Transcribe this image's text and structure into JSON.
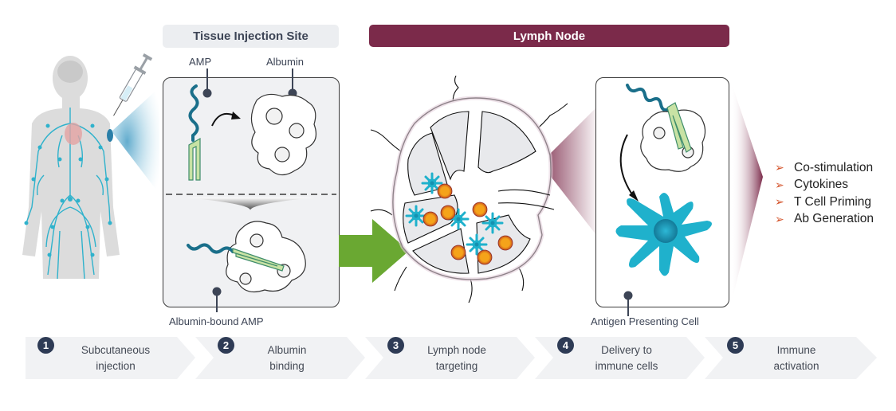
{
  "headers": {
    "tissue_injection_site": "Tissue Injection Site",
    "lymph_node": "Lymph Node"
  },
  "labels": {
    "amp": "AMP",
    "albumin": "Albumin",
    "albumin_bound_amp": "Albumin-bound AMP",
    "antigen_presenting_cell": "Antigen Presenting Cell"
  },
  "outcomes": [
    {
      "label": "Co-stimulation"
    },
    {
      "label": "Cytokines"
    },
    {
      "label": "T Cell Priming"
    },
    {
      "label": "Ab Generation"
    }
  ],
  "steps": [
    {
      "number": "1",
      "line1": "Subcutaneous",
      "line2": "injection"
    },
    {
      "number": "2",
      "line1": "Albumin",
      "line2": "binding"
    },
    {
      "number": "3",
      "line1": "Lymph node",
      "line2": "targeting"
    },
    {
      "number": "4",
      "line1": "Delivery to",
      "line2": "immune cells"
    },
    {
      "number": "5",
      "line1": "Immune",
      "line2": "activation"
    }
  ],
  "icons": {
    "outcome_bullet": "➢"
  },
  "colors": {
    "lymph_header": "#7b2a4a",
    "tissue_header": "#eceef1",
    "amp_chain": "#1a6f8a",
    "amp_anchor": "#c8e2a4",
    "green_arrow": "#6aa832",
    "apc_cell": "#1fb1cc",
    "step_badge": "#2e3b55",
    "outcome_arrow": "#d4532a",
    "lymphatic": "#2fb2cc"
  }
}
